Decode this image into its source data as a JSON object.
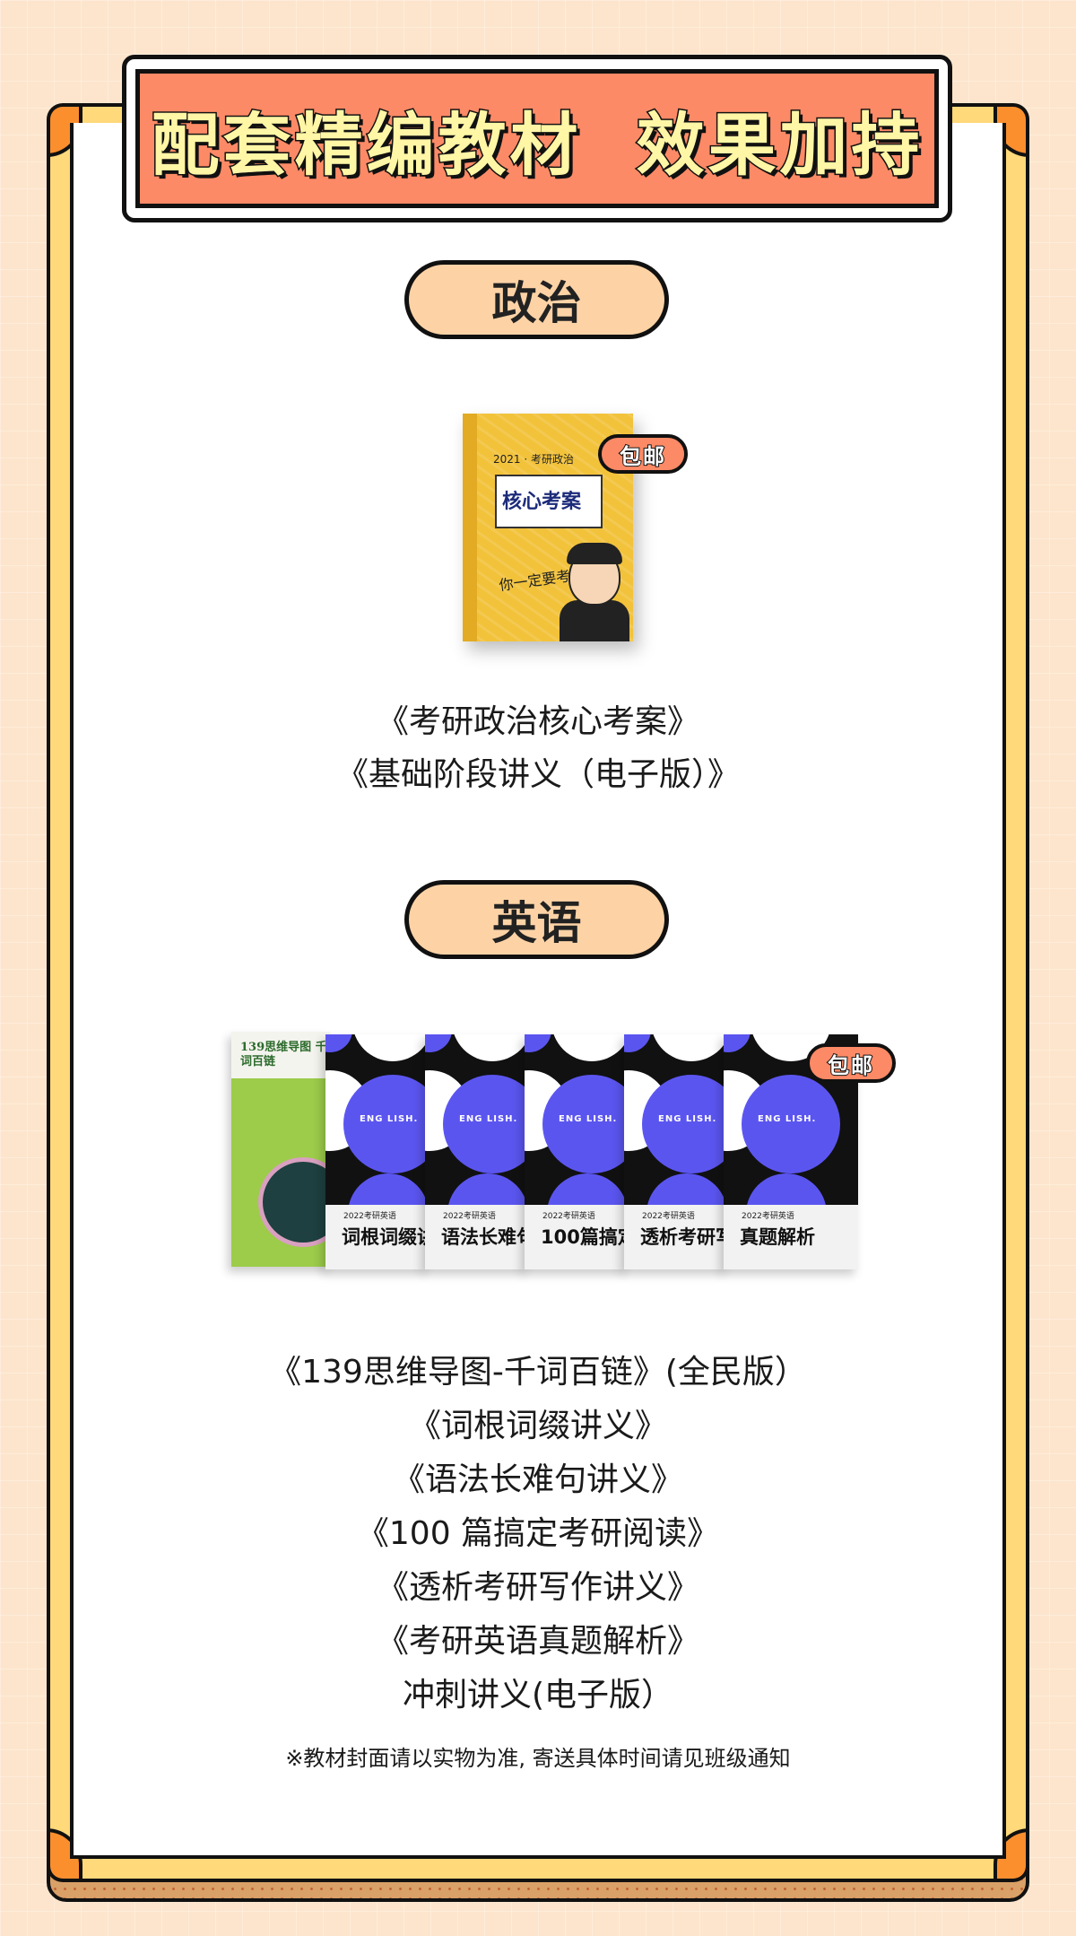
{
  "header": {
    "title": "配套精编教材  效果加持"
  },
  "sections": [
    {
      "label": "政治",
      "badge": "包邮",
      "book_cover": {
        "subtitle": "2021 · 考研政治",
        "title": "核心考案",
        "handwriting": "你一定要考上研!"
      },
      "items": [
        "《考研政治核心考案》",
        "《基础阶段讲义（电子版）》"
      ]
    },
    {
      "label": "英语",
      "badge": "包邮",
      "book_covers": [
        {
          "title": "139思维导图 千词百链"
        },
        {
          "year": "2022考研英语",
          "title": "词根词缀讲",
          "logo": "ENG LISH."
        },
        {
          "year": "2022考研英语",
          "title": "语法长难句",
          "logo": "ENG LISH."
        },
        {
          "year": "2022考研英语",
          "title": "100篇搞定考",
          "logo": "ENG LISH."
        },
        {
          "year": "2022考研英语",
          "title": "透析考研写作",
          "logo": "ENG LISH."
        },
        {
          "year": "2022考研英语",
          "title": "真题解析",
          "logo": "ENG LISH."
        }
      ],
      "items": [
        "《139思维导图-千词百链》(全民版）",
        "《词根词缀讲义》",
        "《语法长难句讲义》",
        "《100 篇搞定考研阅读》",
        "《透析考研写作讲义》",
        "《考研英语真题解析》",
        "冲刺讲义(电子版）"
      ]
    }
  ],
  "note": "※教材封面请以实物为准, 寄送具体时间请见班级通知",
  "colors": {
    "background": "#fde5cd",
    "frame": "#ffd97a",
    "corner": "#fb8f2e",
    "title_bg": "#fd8a66",
    "title_text": "#fff6a6",
    "pill": "#fdd3a6",
    "cover_blue": "#5b55f0"
  }
}
